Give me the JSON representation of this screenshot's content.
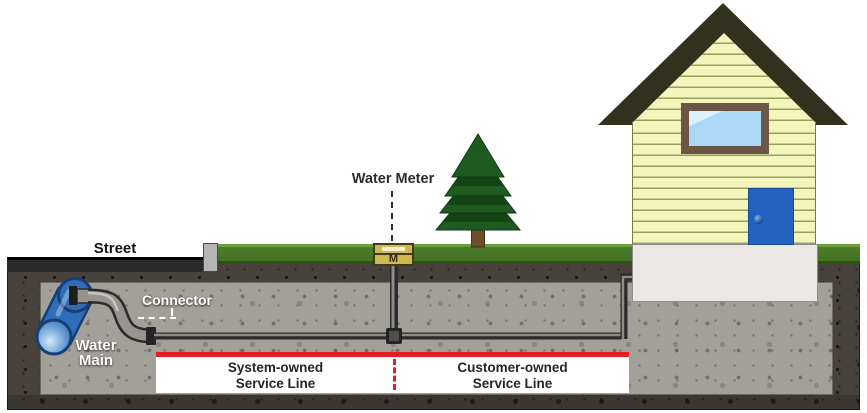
{
  "diagram": {
    "labels": {
      "street": "Street",
      "water_main": {
        "line1": "Water",
        "line2": "Main"
      },
      "connector": "Connector",
      "water_meter": "Water Meter",
      "meter_symbol": "M",
      "system_owned": {
        "line1": "System-owned",
        "line2": "Service Line"
      },
      "customer_owned": {
        "line1": "Customer-owned",
        "line2": "Service Line"
      }
    },
    "colors": {
      "service_line_red": "#ec1c24",
      "grass_green": "#4b7d29",
      "water_main_blue": "#2f6db8",
      "house_siding_yellow": "#f4f4bd",
      "roof_dark_olive": "#32311e",
      "door_blue": "#2161c0",
      "meter_gold": "#cdb94f",
      "soil_outer_gray": "#48423d",
      "soil_inner_gray": "#a3a099",
      "pipe_dark": "#2b2b2b"
    }
  }
}
